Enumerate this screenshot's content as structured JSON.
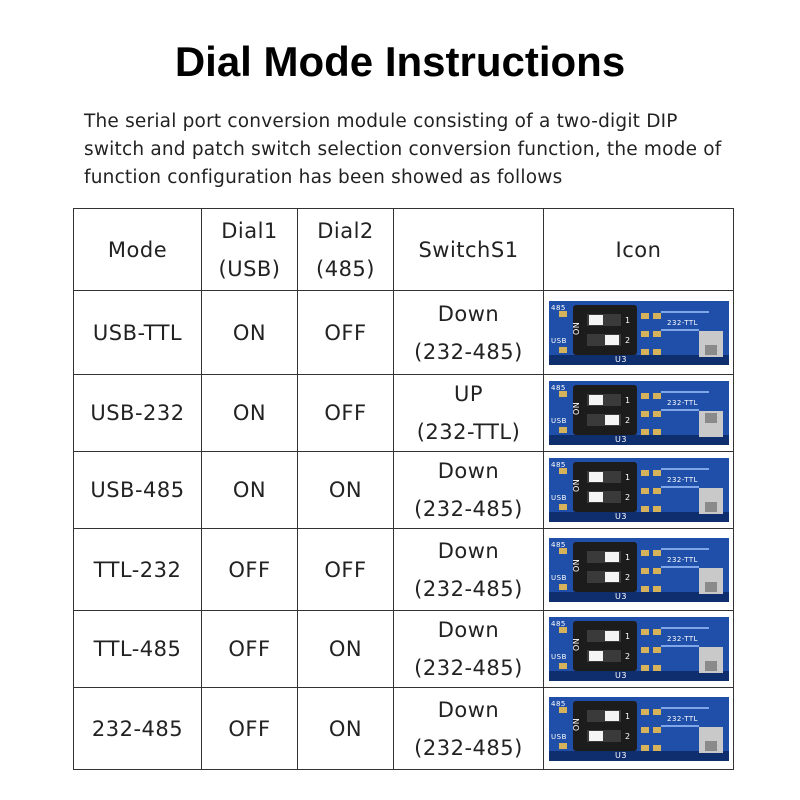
{
  "header": {
    "title": "Dial Mode Instructions"
  },
  "intro": {
    "lines": [
      "The serial port conversion module consisting of a two-digit DIP",
      "switch and patch switch selection conversion function, the mode of",
      "function configuration has been showed as follows"
    ]
  },
  "table": {
    "headers": {
      "mode": "Mode",
      "dial1": [
        "Dial1",
        "(USB)"
      ],
      "dial2": [
        "Dial2",
        "(485)"
      ],
      "switch": "SwitchS1",
      "icon": "Icon"
    },
    "rows": [
      {
        "mode": "USB-TTL",
        "dial1": "ON",
        "dial2": "OFF",
        "switch": [
          "Down",
          "(232-485)"
        ]
      },
      {
        "mode": "USB-232",
        "dial1": "ON",
        "dial2": "OFF",
        "switch": [
          "UP",
          "(232-TTL)"
        ]
      },
      {
        "mode": "USB-485",
        "dial1": "ON",
        "dial2": "ON",
        "switch": [
          "Down",
          "(232-485)"
        ]
      },
      {
        "mode": "TTL-232",
        "dial1": "OFF",
        "dial2": "OFF",
        "switch": [
          "Down",
          "(232-485)"
        ]
      },
      {
        "mode": "TTL-485",
        "dial1": "OFF",
        "dial2": "ON",
        "switch": [
          "Down",
          "(232-485)"
        ]
      },
      {
        "mode": "232-485",
        "dial1": "OFF",
        "dial2": "ON",
        "switch": [
          "Down",
          "(232-485)"
        ]
      }
    ]
  },
  "icon_photo": {
    "silk_labels": {
      "dip_on": "ON",
      "dip_1": "1",
      "dip_2": "2",
      "pin_485": "485",
      "pin_usb": "USB",
      "pin_ttl": "232-TTL",
      "chip": "U3"
    },
    "colors": {
      "pcb": "#1f4fa8",
      "pcb_dark": "#0f2e6e",
      "dip_body": "#1c1c1c",
      "lever": "#f4f4f4",
      "pad": "#d6b25a",
      "slide": "#c9c9c9"
    }
  }
}
